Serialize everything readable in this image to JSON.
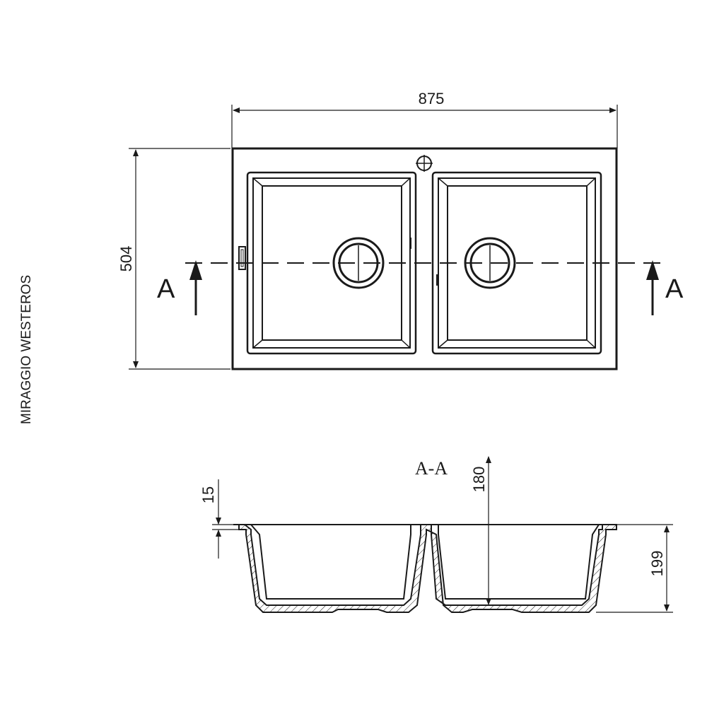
{
  "product_name": "MIRAGGIO WESTEROS",
  "dimensions": {
    "width": "875",
    "depth": "504",
    "rim_thickness": "15",
    "bowl_depth": "180",
    "total_height": "199"
  },
  "section": {
    "marker_left": "A",
    "marker_right": "A",
    "title": "A-A"
  }
}
